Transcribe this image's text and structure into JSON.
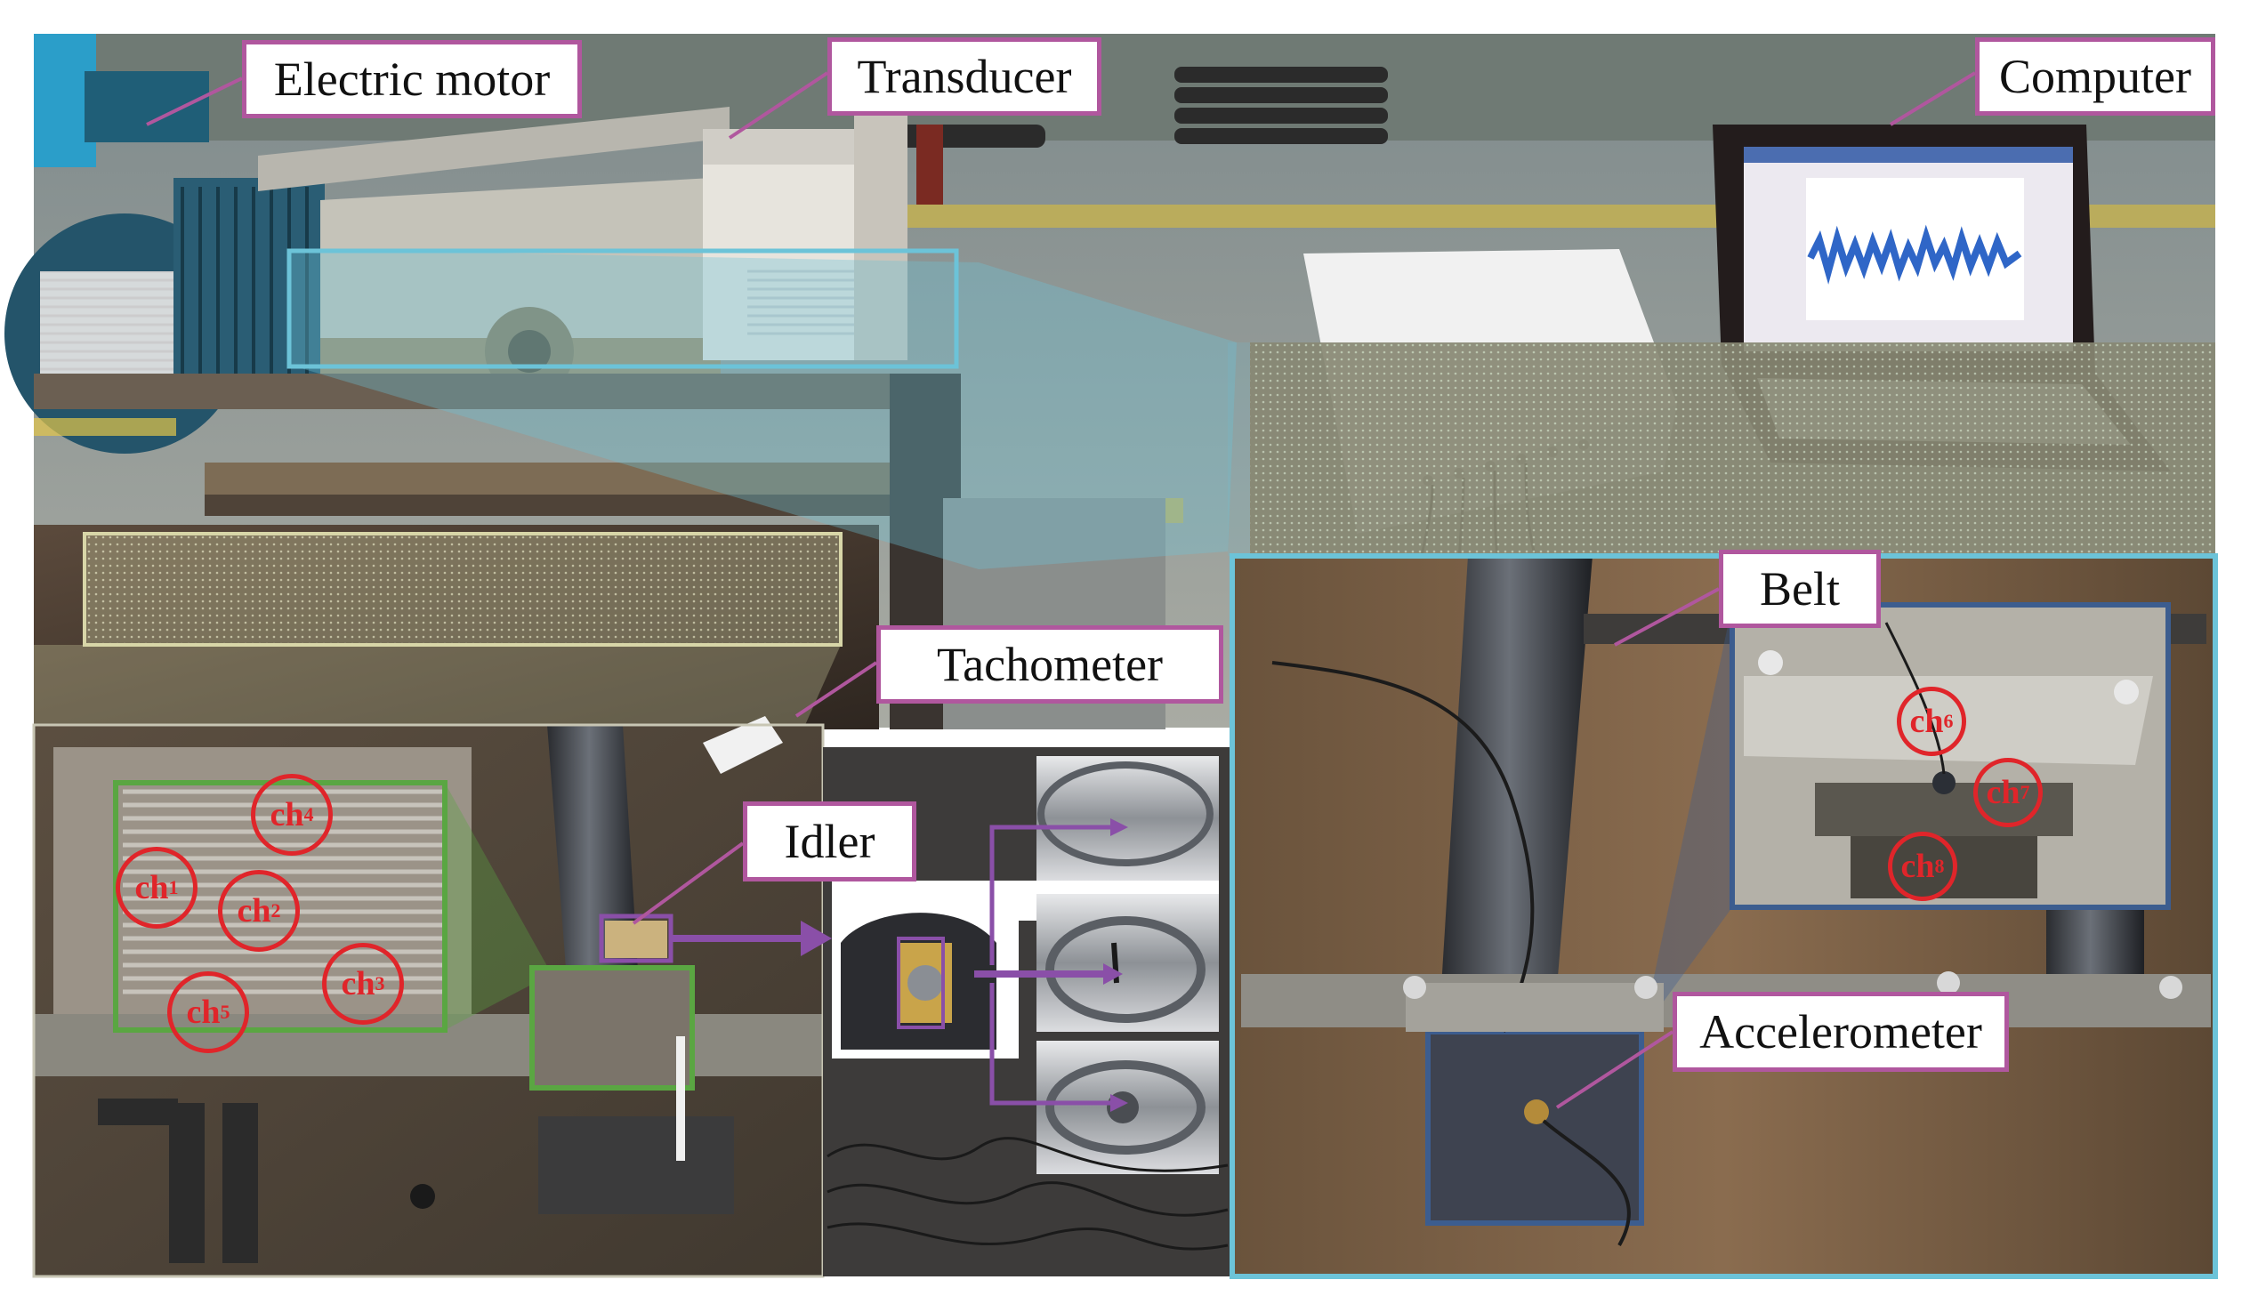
{
  "labels": {
    "electric_motor": "Electric motor",
    "transducer": "Transducer",
    "computer": "Computer",
    "tachometer": "Tachometer",
    "idler": "Idler",
    "belt": "Belt",
    "accelerometer": "Accelerometer"
  },
  "channels": {
    "left": [
      {
        "base": "ch",
        "sub": "1"
      },
      {
        "base": "ch",
        "sub": "2"
      },
      {
        "base": "ch",
        "sub": "3"
      },
      {
        "base": "ch",
        "sub": "4"
      },
      {
        "base": "ch",
        "sub": "5"
      }
    ],
    "right": [
      {
        "base": "ch",
        "sub": "6"
      },
      {
        "base": "ch",
        "sub": "7"
      },
      {
        "base": "ch",
        "sub": "8"
      }
    ]
  },
  "colors": {
    "label_border": "#b0579e",
    "channel_circle": "#e0252a",
    "highlight_cyan": "#6cc3d8",
    "highlight_green": "#5aa642",
    "highlight_navy": "#3c5d8f",
    "arrow_purple": "#8a4fa8"
  }
}
